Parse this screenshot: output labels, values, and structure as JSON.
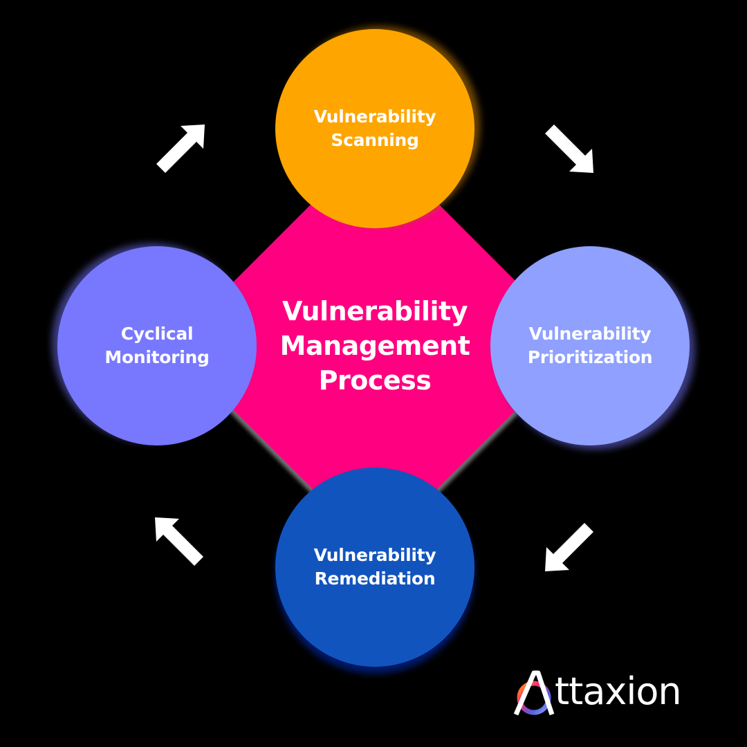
{
  "diagram": {
    "center": {
      "title_lines": [
        "Vulnerability",
        "Management",
        "Process"
      ],
      "color": "#FF0080"
    },
    "steps": [
      {
        "position": "top",
        "lines": [
          "Vulnerability",
          "Scanning"
        ],
        "color": "#FFA500"
      },
      {
        "position": "right",
        "lines": [
          "Vulnerability",
          "Prioritization"
        ],
        "color": "#8FA0FF"
      },
      {
        "position": "bottom",
        "lines": [
          "Vulnerability",
          "Remediation"
        ],
        "color": "#1254BE"
      },
      {
        "position": "left",
        "lines": [
          "Cyclical",
          "Monitoring"
        ],
        "color": "#7878FF"
      }
    ],
    "arrows": [
      {
        "position": "top-left",
        "direction": "up-right",
        "icon": "arrow-up-right-icon"
      },
      {
        "position": "top-right",
        "direction": "down-right",
        "icon": "arrow-down-right-icon"
      },
      {
        "position": "bottom-right",
        "direction": "down-left",
        "icon": "arrow-down-left-icon"
      },
      {
        "position": "bottom-left",
        "direction": "up-left",
        "icon": "arrow-up-left-icon"
      }
    ],
    "flow": [
      "Vulnerability Scanning",
      "Vulnerability Prioritization",
      "Vulnerability Remediation",
      "Cyclical Monitoring"
    ]
  },
  "brand": {
    "logo_letter": "A",
    "logo_text": "ttaxion",
    "name": "Attaxion"
  },
  "colors": {
    "background": "#000000",
    "text": "#FFFFFF"
  }
}
